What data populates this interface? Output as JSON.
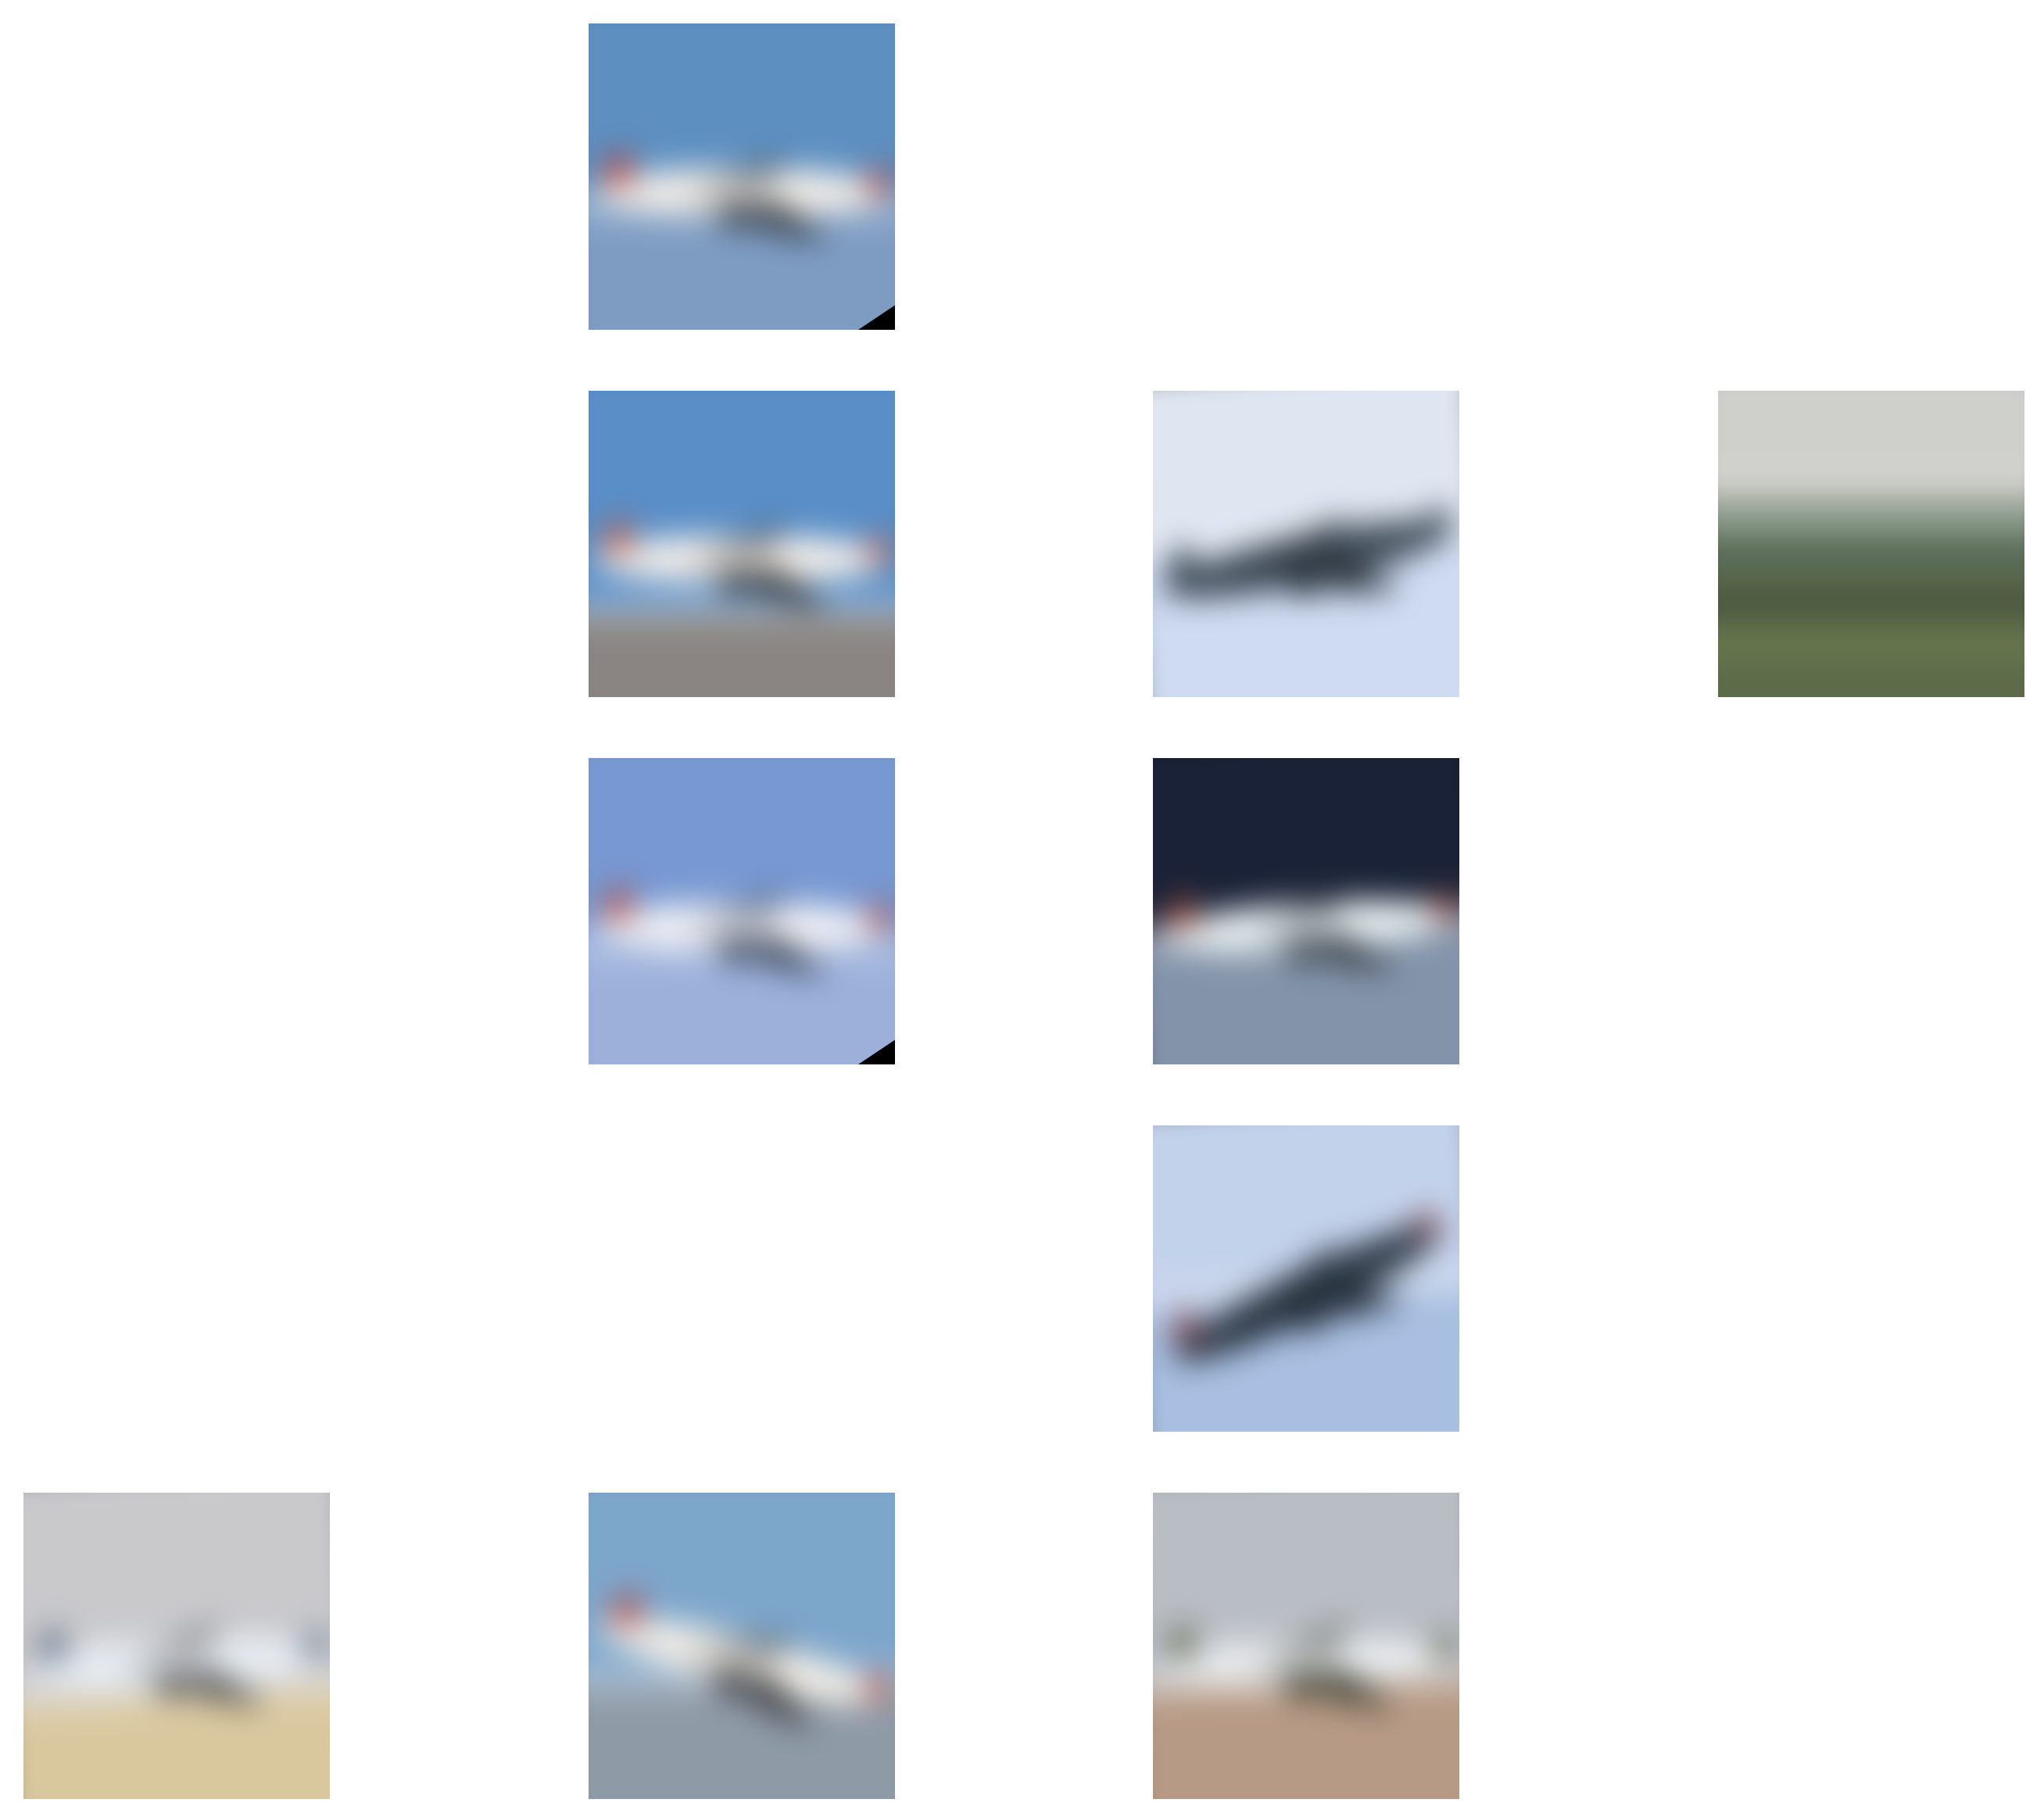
{
  "grid": {
    "rows": 5,
    "cols": 4,
    "cells": [
      {
        "row": 0,
        "col": 1,
        "sky": "#5f8fbe",
        "ground": "#7f9cc0",
        "horizon": 0.6,
        "body": "#f2eee8",
        "accent": "#c0392b",
        "shadow": "#2a2f35",
        "rotation": 0,
        "pitch": 0,
        "corner": "br",
        "plane": true
      },
      {
        "row": 1,
        "col": 1,
        "sky": "#5b8ec4",
        "ground": "#8a8582",
        "horizon": 0.72,
        "body": "#f4efea",
        "accent": "#c85a3f",
        "shadow": "#2b2b2b",
        "rotation": 0,
        "pitch": 0,
        "corner": "none",
        "plane": true
      },
      {
        "row": 1,
        "col": 2,
        "sky": "#dfe6f0",
        "ground": "#cfdbf0",
        "horizon": 0.5,
        "body": "#3e4a55",
        "accent": "#2e3d48",
        "shadow": "#1d252c",
        "rotation": -4,
        "pitch": -8,
        "corner": "rot",
        "plane": true
      },
      {
        "row": 1,
        "col": 3,
        "sky": "#cfcfcc",
        "ground": "#5e6b4b",
        "horizon": 0.35,
        "body": "#b9cbd8",
        "accent": "#4f6b78",
        "shadow": "#2e3a30",
        "rotation": 0,
        "pitch": 0,
        "corner": "none",
        "plane": false
      },
      {
        "row": 2,
        "col": 1,
        "sky": "#7898cf",
        "ground": "#9db0d8",
        "horizon": 0.62,
        "body": "#f0f0f4",
        "accent": "#b8473a",
        "shadow": "#2f3a4a",
        "rotation": 0,
        "pitch": 0,
        "corner": "br",
        "plane": true
      },
      {
        "row": 2,
        "col": 2,
        "sky": "#1a2236",
        "ground": "#8493a8",
        "horizon": 0.55,
        "body": "#e9f0f2",
        "accent": "#a04a3a",
        "shadow": "#2a3238",
        "rotation": -4,
        "pitch": 0,
        "corner": "rot",
        "plane": true
      },
      {
        "row": 3,
        "col": 2,
        "sky": "#c4d2ea",
        "ground": "#a9bfdf",
        "horizon": 0.55,
        "body": "#2d3844",
        "accent": "#7a3d42",
        "shadow": "#1e2630",
        "rotation": -4,
        "pitch": -22,
        "corner": "rot",
        "plane": true
      },
      {
        "row": 4,
        "col": 0,
        "sky": "#c9c9cc",
        "ground": "#d8c7a0",
        "horizon": 0.66,
        "body": "#e8eef4",
        "accent": "#5a6a80",
        "shadow": "#4a4a4a",
        "rotation": -3,
        "pitch": 0,
        "corner": "rot",
        "plane": true
      },
      {
        "row": 4,
        "col": 1,
        "sky": "#7fa6c9",
        "ground": "#8f9aa6",
        "horizon": 0.62,
        "body": "#f1ede6",
        "accent": "#b3423a",
        "shadow": "#2b2d2f",
        "rotation": 0,
        "pitch": 14,
        "corner": "none",
        "plane": true
      },
      {
        "row": 4,
        "col": 2,
        "sky": "#b9bdc4",
        "ground": "#b59a86",
        "horizon": 0.62,
        "body": "#e8ecef",
        "accent": "#5c6448",
        "shadow": "#303326",
        "rotation": -2,
        "pitch": 0,
        "corner": "rot",
        "plane": true
      }
    ]
  }
}
